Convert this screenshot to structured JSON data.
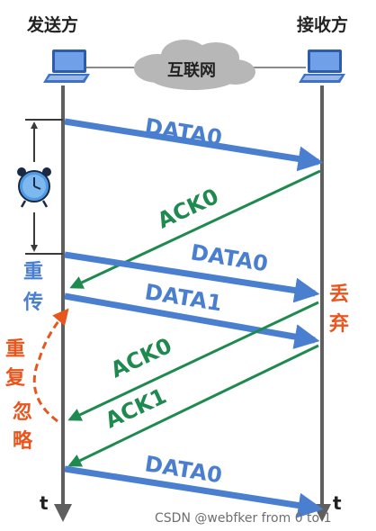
{
  "sender": {
    "title": "发送方"
  },
  "receiver": {
    "title": "接收方"
  },
  "network": {
    "label": "互联网"
  },
  "messages": [
    {
      "label": "DATA0",
      "direction": "sender-to-receiver"
    },
    {
      "label": "ACK0",
      "direction": "receiver-to-sender"
    },
    {
      "label": "DATA0",
      "direction": "sender-to-receiver"
    },
    {
      "label": "DATA1",
      "direction": "sender-to-receiver"
    },
    {
      "label": "ACK0",
      "direction": "receiver-to-sender"
    },
    {
      "label": "ACK1",
      "direction": "receiver-to-sender"
    },
    {
      "label": "DATA0",
      "direction": "sender-to-receiver"
    }
  ],
  "annotations": {
    "retransmit": [
      "重",
      "传"
    ],
    "duplicate_ignore": [
      "重",
      "复",
      "忽",
      "略"
    ],
    "discard": [
      "丢",
      "弃"
    ]
  },
  "time_axis": {
    "sender_label": "t",
    "receiver_label": "t"
  },
  "watermark": "CSDN @webfker from 0 to 1",
  "colors": {
    "data_arrow": "#4a7fd0",
    "ack_arrow": "#1f8a4f",
    "timeline": "#5f5f5f",
    "annotation": "#e8561e",
    "cloud": "#b7b7b7",
    "computer": "#3c73c9"
  }
}
